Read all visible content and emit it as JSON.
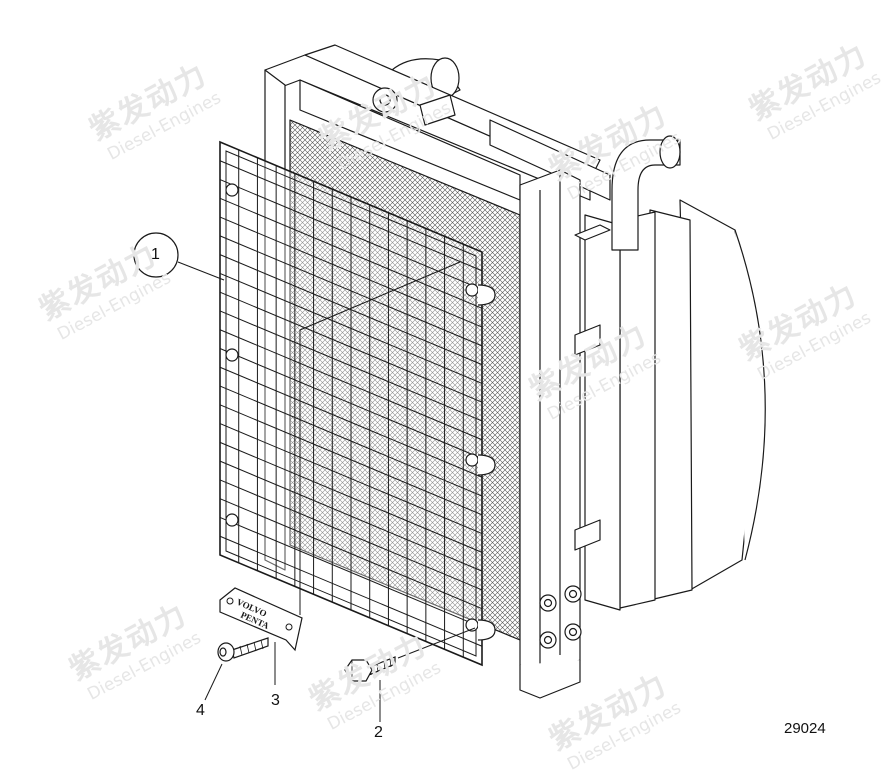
{
  "callouts": [
    {
      "id": "1",
      "text": "1"
    },
    {
      "id": "2",
      "text": "2"
    },
    {
      "id": "3",
      "text": "3"
    },
    {
      "id": "4",
      "text": "4"
    }
  ],
  "plate_text": {
    "line1": "VOLVO",
    "line2": "PENTA"
  },
  "figure_number": "29024",
  "watermark": {
    "cn": "紫发动力",
    "en": "Diesel-Engines"
  },
  "colors": {
    "line": "#1a1a1a",
    "paper": "#ffffff",
    "watermark": "#e6e6e6"
  }
}
